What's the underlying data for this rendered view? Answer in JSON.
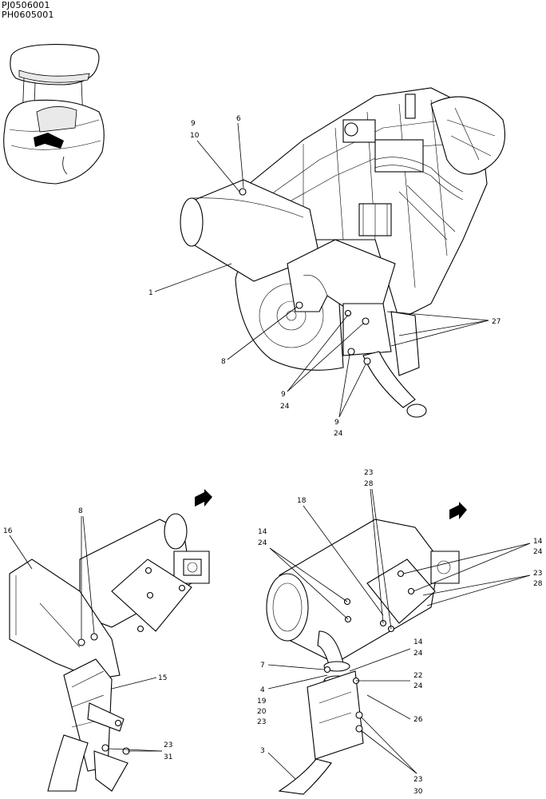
{
  "header": {
    "code_1": "PJ0506001",
    "code_2": "PH0605001"
  },
  "callouts": {
    "main": {
      "c9a": "9",
      "c10": "10",
      "c6": "6",
      "c1": "1",
      "c8": "8",
      "c27": "27",
      "c9b": "9",
      "c24b": "24",
      "c9c": "9",
      "c24c": "24"
    },
    "left": {
      "c8": "8",
      "c16": "16",
      "c15": "15",
      "c23": "23",
      "c31": "31"
    },
    "right": {
      "c23a": "23",
      "c28a": "28",
      "c18": "18",
      "c14a": "14",
      "c24a": "24",
      "c14b": "14",
      "c24b": "24",
      "c23b": "23",
      "c28b": "28",
      "c14c": "14",
      "c24c": "24",
      "c7": "7",
      "c22": "22",
      "c24d": "24",
      "c4": "4",
      "c19": "19",
      "c20": "20",
      "c23c": "23",
      "c26": "26",
      "c3": "3",
      "c23d": "23",
      "c30": "30"
    }
  },
  "icons": [
    "machine-locator-icon",
    "front-direction-arrow-icon"
  ]
}
